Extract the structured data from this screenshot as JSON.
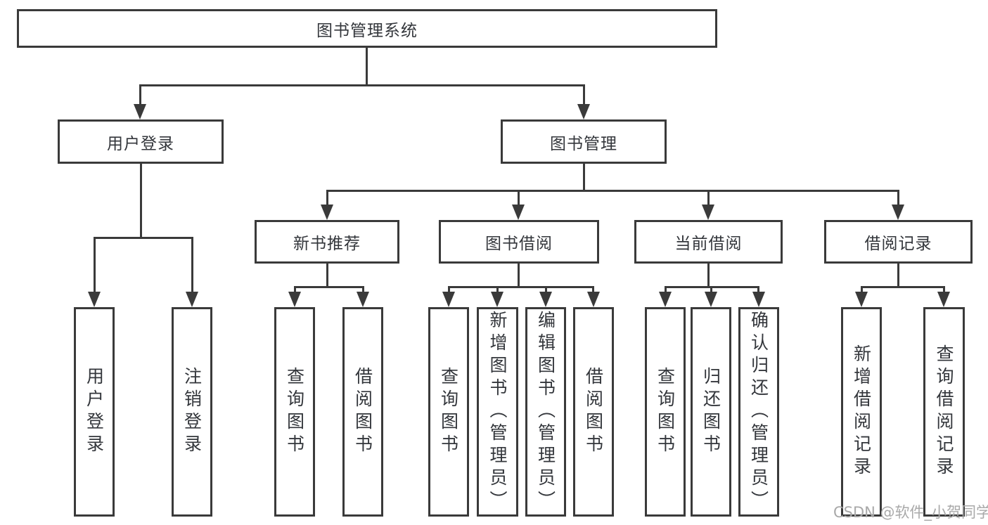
{
  "diagram": {
    "title": "图书管理系统",
    "watermark": "CSDN @软件_小贺同学",
    "line_color": "#3a3a3a",
    "text_color": "#33363b",
    "background": "#ffffff"
  },
  "tree": {
    "label": "图书管理系统",
    "children": [
      {
        "label": "用户登录",
        "children": [
          {
            "label": "用户登录"
          },
          {
            "label": "注销登录"
          }
        ]
      },
      {
        "label": "图书管理",
        "children": [
          {
            "label": "新书推荐",
            "children": [
              {
                "label": "查询图书"
              },
              {
                "label": "借阅图书"
              }
            ]
          },
          {
            "label": "图书借阅",
            "children": [
              {
                "label": "查询图书"
              },
              {
                "label": "新增图书（管理员）"
              },
              {
                "label": "编辑图书（管理员）"
              },
              {
                "label": "借阅图书"
              }
            ]
          },
          {
            "label": "当前借阅",
            "children": [
              {
                "label": "查询图书"
              },
              {
                "label": "归还图书"
              },
              {
                "label": "确认归还（管理员）"
              }
            ]
          },
          {
            "label": "借阅记录",
            "children": [
              {
                "label": "新增借阅记录"
              },
              {
                "label": "查询借阅记录"
              }
            ]
          }
        ]
      }
    ]
  }
}
